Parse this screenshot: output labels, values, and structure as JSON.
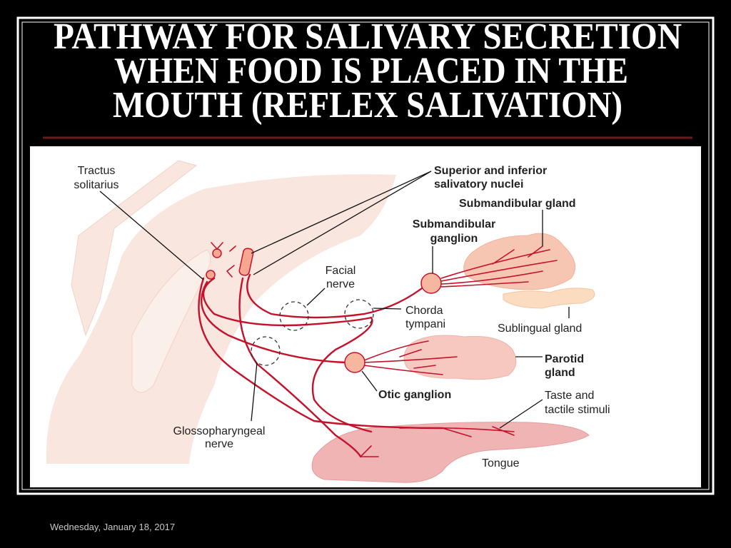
{
  "slide": {
    "title_lines": [
      "PATHWAY FOR SALIVARY SECRETION",
      "WHEN FOOD IS PLACED IN THE",
      "MOUTH (REFLEX SALIVATION)"
    ],
    "footer_date": "Wednesday, January 18, 2017"
  },
  "diagram": {
    "labels": {
      "tractus": [
        "Tractus",
        "solitarius"
      ],
      "nuclei": [
        "Superior and inferior",
        "salivatory nuclei"
      ],
      "submandibular_gland": "Submandibular gland",
      "submandibular_ganglion": [
        "Submandibular",
        "ganglion"
      ],
      "facial_nerve": [
        "Facial",
        "nerve"
      ],
      "chorda_tympani": [
        "Chorda",
        "tympani"
      ],
      "sublingual_gland": "Sublingual gland",
      "parotid_gland": [
        "Parotid",
        "gland"
      ],
      "otic_ganglion": "Otic ganglion",
      "taste": [
        "Taste and",
        "tactile stimuli"
      ],
      "glossopharyngeal": [
        "Glossopharyngeal",
        "nerve"
      ],
      "tongue": "Tongue"
    },
    "colors": {
      "nerve": "#c4122b",
      "tissue": "#f9e6de",
      "gland": "#f7c6b2",
      "tongue": "#f0b4b4"
    }
  }
}
